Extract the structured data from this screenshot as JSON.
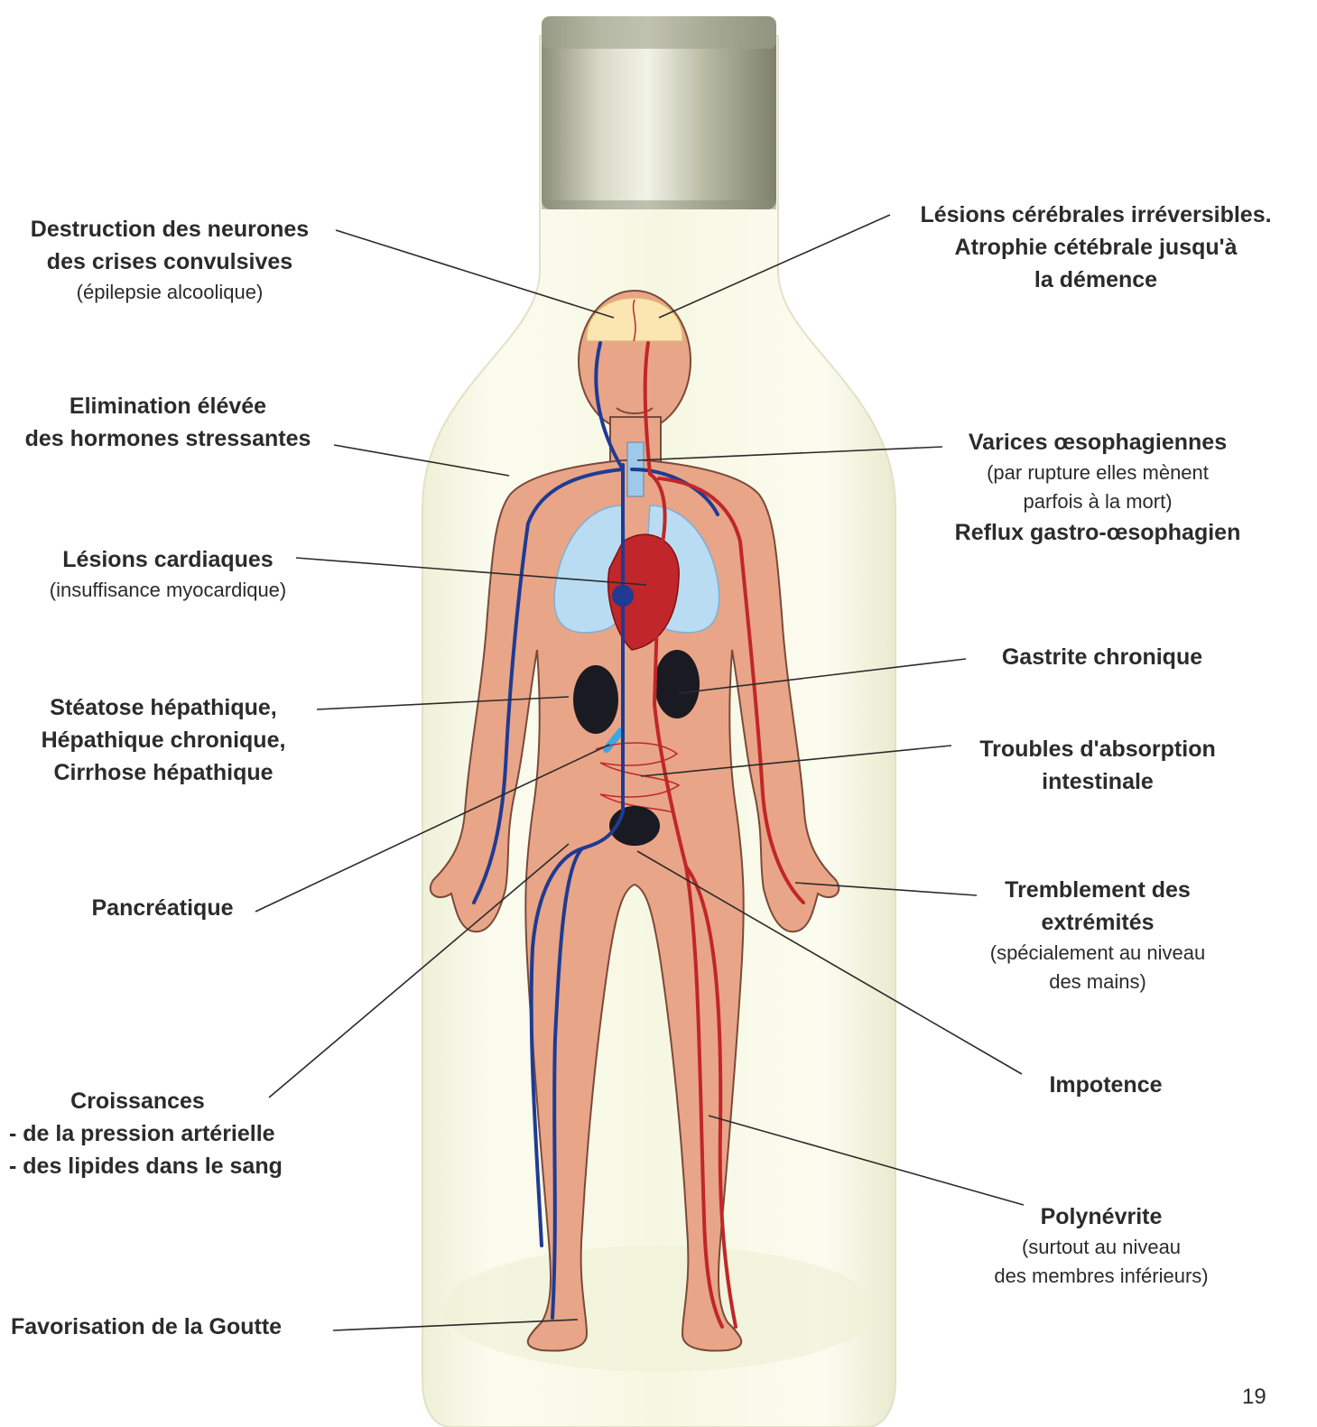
{
  "labels": {
    "neurones": {
      "line1": "Destruction des neurones",
      "line2": "des crises convulsives",
      "line3": "(épilepsie alcoolique)"
    },
    "cerebrales": {
      "line1": "Lésions cérébrales irréversibles.",
      "line2": "Atrophie cétébrale jusqu'à",
      "line3": "la démence"
    },
    "hormones": {
      "line1": "Elimination élévée",
      "line2": "des hormones stressantes"
    },
    "varices": {
      "line1": "Varices œsophagiennes",
      "line2": "(par rupture elles mènent",
      "line3": "parfois à la mort)",
      "line4": "Reflux gastro-œsophagien"
    },
    "cardiaques": {
      "line1": "Lésions cardiaques",
      "line2": "(insuffisance myocardique)"
    },
    "gastrite": {
      "line1": "Gastrite chronique"
    },
    "steatose": {
      "line1": "Stéatose hépathique,",
      "line2": "Hépathique chronique,",
      "line3": "Cirrhose hépathique"
    },
    "troubles": {
      "line1": "Troubles d'absorption",
      "line2": "intestinale"
    },
    "pancreatique": {
      "line1": "Pancréatique"
    },
    "tremblement": {
      "line1": "Tremblement des",
      "line2": "extrémités",
      "line3": "(spécialement au niveau",
      "line4": "des mains)"
    },
    "impotence": {
      "line1": "Impotence"
    },
    "croissances": {
      "line1": "Croissances",
      "line2": "- de la pression artérielle",
      "line3": "- des lipides dans le sang"
    },
    "polynevrite": {
      "line1": "Polynévrite",
      "line2": "(surtout au niveau",
      "line3": "des membres inférieurs)"
    },
    "goutte": {
      "line1": "Favorisation de la Goutte"
    }
  },
  "page_number": "19",
  "colors": {
    "skin": "#e9a587",
    "artery": "#c0262a",
    "vein": "#1f3b93",
    "lung": "#b9dcf2",
    "brain": "#fbe6b2",
    "bottle": "#f7f8e6",
    "cap": "#c3c6b0",
    "text": "#2b2b2b"
  }
}
